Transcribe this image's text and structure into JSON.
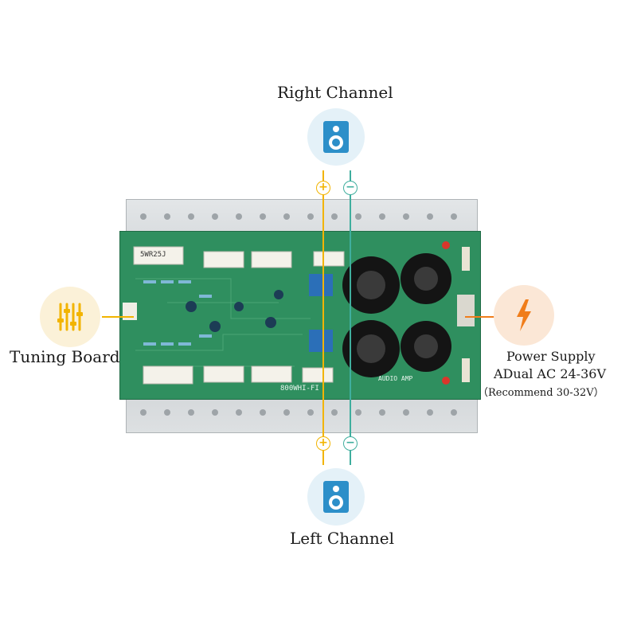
{
  "labels": {
    "right_channel": "Right Channel",
    "left_channel": "Left Channel",
    "tuning_board": "Tuning Board",
    "power_supply_line1": "Power Supply",
    "power_supply_line2": "ADual AC 24-36V",
    "power_supply_line3": "（Recommend 30-32V）"
  },
  "board_text": {
    "resistor_label": "5WR25J",
    "model": "800WHI-FI",
    "audio": "AUDIO AMP"
  },
  "terminals": {
    "plus": "+",
    "minus": "−"
  },
  "colors": {
    "accent_yellow": "#f2b400",
    "accent_teal": "#3fae9e",
    "speaker_blue": "#2c8fc9",
    "icon_bg_blue": "#e4f1f8",
    "icon_bg_yellow": "#fbf1d8",
    "icon_bg_orange": "#fbe7d6",
    "pcb_green": "#2f8f5f",
    "heatsink": "#cfd3d6"
  },
  "icons": [
    "speaker-icon",
    "equalizer-icon",
    "lightning-icon"
  ]
}
